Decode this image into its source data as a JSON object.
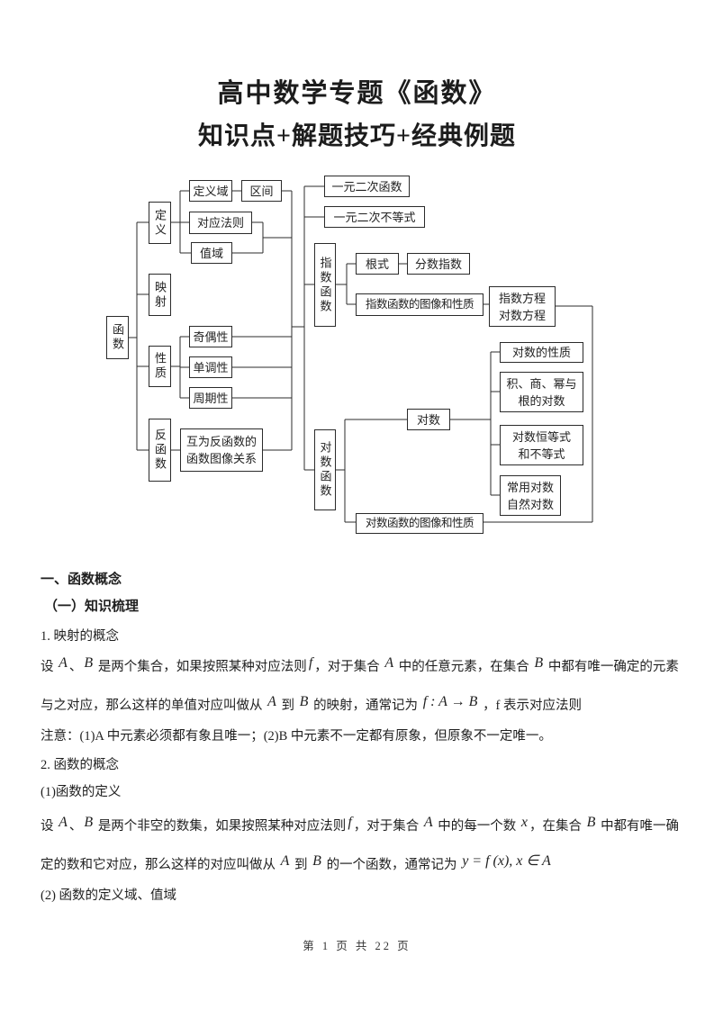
{
  "header": {
    "title_line1": "高中数学专题《函数》",
    "title_line2": "知识点+解题技巧+经典例题"
  },
  "diagram": {
    "nodes": {
      "fn": {
        "label": "函数"
      },
      "def": {
        "label": "定义"
      },
      "map": {
        "label": "映射"
      },
      "prop": {
        "label": "性质"
      },
      "inv": {
        "label": "反函数"
      },
      "domain": {
        "label": "定义域"
      },
      "interval": {
        "label": "区间"
      },
      "rule": {
        "label": "对应法则"
      },
      "range": {
        "label": "值域"
      },
      "parity": {
        "label": "奇偶性"
      },
      "mono": {
        "label": "单调性"
      },
      "period": {
        "label": "周期性"
      },
      "invgraph": {
        "label": "互为反函数的\n函数图像关系"
      },
      "quadfn": {
        "label": "一元二次函数"
      },
      "quadineq": {
        "label": "一元二次不等式"
      },
      "expfn": {
        "label": "指数函数"
      },
      "radical": {
        "label": "根式"
      },
      "fracexp": {
        "label": "分数指数"
      },
      "expgraph": {
        "label": "指数函数的图像和性质"
      },
      "equations": {
        "label": "指数方程\n对数方程"
      },
      "logfn": {
        "label": "对数函数"
      },
      "log": {
        "label": "对数"
      },
      "logprop": {
        "label": "对数的性质"
      },
      "prodlog": {
        "label": "积、商、幂与\n根的对数"
      },
      "logident": {
        "label": "对数恒等式\n和不等式"
      },
      "commonlog": {
        "label": "常用对数\n自然对数"
      },
      "loggraph": {
        "label": "对数函数的图像和性质"
      }
    }
  },
  "body": {
    "h1": "一、函数概念",
    "h2": "（一）知识梳理",
    "item1": "1. 映射的概念",
    "p1": [
      {
        "text": "设 "
      },
      {
        "text": "A"
      },
      {
        "text": "、"
      },
      {
        "text": "B"
      },
      {
        "text": " 是两个集合，如果按照某种对应法则"
      },
      {
        "text": "f"
      },
      {
        "text": "，对于集合 "
      },
      {
        "text": "A"
      },
      {
        "text": " 中的任意元素，在集合 "
      },
      {
        "text": "B"
      },
      {
        "text": " 中都有唯一确定的元素"
      }
    ],
    "p2": [
      {
        "text": "与之对应，那么这样的单值对应叫做从 "
      },
      {
        "text": "A"
      },
      {
        "text": " 到 "
      },
      {
        "text": "B"
      },
      {
        "text": " 的映射，通常记为 "
      },
      {
        "text": "f : A → B"
      },
      {
        "text": " ，f 表示对应法则"
      }
    ],
    "p3": "注意：(1)A 中元素必须都有象且唯一；(2)B 中元素不一定都有原象，但原象不一定唯一。",
    "item2": "2. 函数的概念",
    "item3": "(1)函数的定义",
    "p4": [
      {
        "text": "设 "
      },
      {
        "text": "A"
      },
      {
        "text": "、"
      },
      {
        "text": "B"
      },
      {
        "text": " 是两个非空的数集，如果按照某种对应法则"
      },
      {
        "text": "f"
      },
      {
        "text": "，对于集合 "
      },
      {
        "text": "A"
      },
      {
        "text": " 中的每一个数 "
      },
      {
        "text": "x"
      },
      {
        "text": "，在集合 "
      },
      {
        "text": "B"
      },
      {
        "text": " 中都有唯一确"
      }
    ],
    "p5": [
      {
        "text": "定的数和它对应，那么这样的对应叫做从 "
      },
      {
        "text": "A"
      },
      {
        "text": " 到 "
      },
      {
        "text": "B"
      },
      {
        "text": " 的一个函数，通常记为 "
      },
      {
        "text": "y = f (x), x ∈ A"
      }
    ],
    "item4": "(2) 函数的定义域、值域"
  },
  "footer": {
    "page_text": "第 1 页 共 22 页"
  }
}
